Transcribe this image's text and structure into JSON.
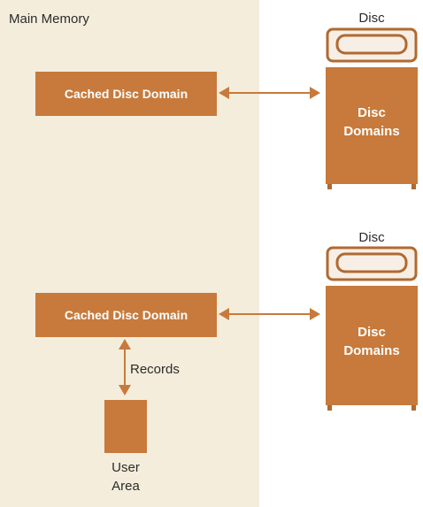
{
  "main_memory": {
    "title": "Main Memory",
    "cache_top": {
      "label": "Cached Disc Domain"
    },
    "cache_bottom": {
      "label": "Cached Disc Domain"
    },
    "records_label": "Records",
    "user_area": {
      "line1": "User",
      "line2": "Area"
    }
  },
  "discs": [
    {
      "label": "Disc",
      "body_line1": "Disc",
      "body_line2": "Domains"
    },
    {
      "label": "Disc",
      "body_line1": "Disc",
      "body_line2": "Domains"
    }
  ],
  "colors": {
    "memory_panel": "#f4eddc",
    "box": "#c77a3b",
    "disc_outline": "#b06a30",
    "text": "#2b2b2b"
  }
}
